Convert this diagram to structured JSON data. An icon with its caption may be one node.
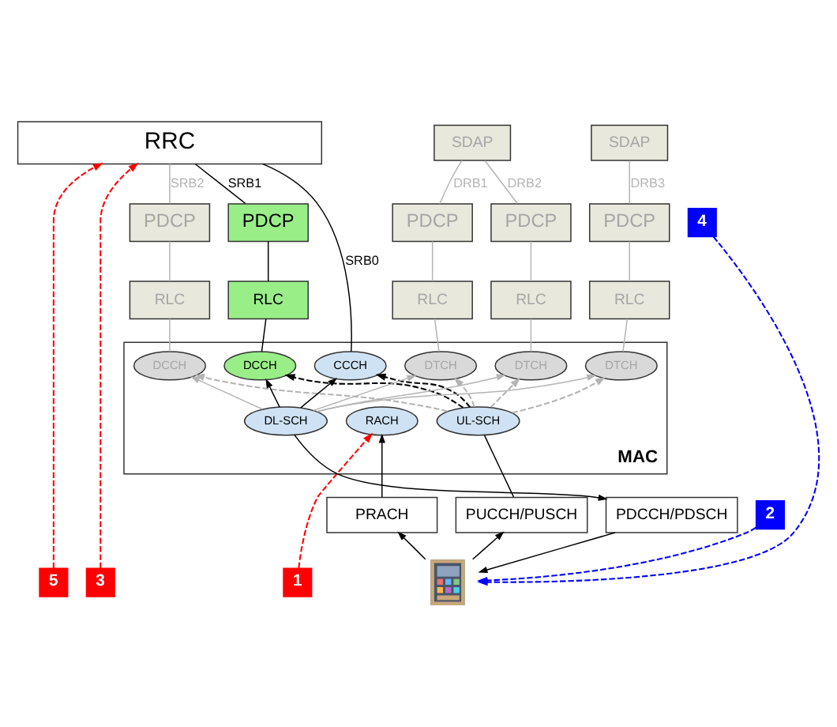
{
  "diagram": {
    "nodes": [
      {
        "text": [
          "RRC"
        ]
      },
      {
        "text": [
          "SDAP"
        ]
      },
      {
        "text": [
          "SDAP"
        ]
      },
      {
        "text": [
          "4"
        ]
      },
      {
        "text": [
          "PDCP"
        ]
      },
      {
        "text": [
          "PDCP"
        ]
      },
      {
        "text": [
          "PDCP"
        ]
      },
      {
        "text": [
          "PDCP"
        ]
      },
      {
        "text": [
          "PDCP"
        ]
      },
      {
        "text": [
          "RLC"
        ]
      },
      {
        "text": [
          "RLC"
        ]
      },
      {
        "text": [
          "RLC"
        ]
      },
      {
        "text": [
          "RLC"
        ]
      },
      {
        "text": [
          "RLC"
        ]
      },
      {
        "text": [
          "MAC"
        ]
      },
      {
        "text": [
          "CCCH"
        ],
        "in": 14
      },
      {
        "text": [
          "DCCH"
        ],
        "in": 14
      },
      {
        "text": [
          "DCCH"
        ],
        "in": 14
      },
      {
        "text": [
          "DTCH"
        ],
        "in": 14
      },
      {
        "text": [
          "DTCH"
        ],
        "in": 14
      },
      {
        "text": [
          "DTCH"
        ],
        "in": 14
      },
      {
        "text": [
          "RACH"
        ],
        "in": 14
      },
      {
        "text": [
          "DL-SCH"
        ],
        "in": 14
      },
      {
        "text": [
          "UL-SCH"
        ],
        "in": 14
      },
      {
        "text": [
          "2"
        ]
      },
      {
        "text": [
          "PRACH"
        ]
      },
      {
        "text": [
          "PDCCH/PDSCH"
        ]
      },
      {
        "text": [
          "PUCCH/PUSCH"
        ]
      },
      {
        "text": [],
        "shape": "picture"
      },
      {
        "text": [
          "3"
        ]
      },
      {
        "text": [
          "1"
        ]
      },
      {
        "text": [
          "5"
        ]
      }
    ],
    "edges": [
      {
        "from": 15,
        "to": 0,
        "arrow": "none",
        "label": "SRB0",
        "color": "#000000"
      },
      {
        "from": 4,
        "to": 0,
        "arrow": "none",
        "label": "SRB1",
        "color": "#000000"
      },
      {
        "from": 9,
        "to": 4,
        "arrow": "none",
        "color": "#000000"
      },
      {
        "from": 16,
        "to": 9,
        "arrow": "none",
        "color": "#000000"
      },
      {
        "from": 5,
        "to": 0,
        "arrow": "none",
        "label": "SRB2"
      },
      {
        "from": 10,
        "to": 5,
        "arrow": "none"
      },
      {
        "from": 17,
        "to": 10,
        "arrow": "none"
      },
      {
        "from": 6,
        "to": 1,
        "arrow": "none",
        "label": "DRB1"
      },
      {
        "from": 7,
        "to": 1,
        "arrow": "none",
        "label": "DRB2"
      },
      {
        "from": 8,
        "to": 2,
        "arrow": "none",
        "label": "DRB3"
      },
      {
        "from": 11,
        "to": 6,
        "arrow": "none"
      },
      {
        "from": 12,
        "to": 7,
        "arrow": "none"
      },
      {
        "from": 13,
        "to": 8,
        "arrow": "none"
      },
      {
        "from": 18,
        "to": 11,
        "arrow": "none"
      },
      {
        "from": 19,
        "to": 12,
        "arrow": "none"
      },
      {
        "from": 20,
        "to": 13,
        "arrow": "none"
      },
      {
        "from": 22,
        "to": 15,
        "arrow": "to",
        "color": "#000000"
      },
      {
        "from": 22,
        "to": 16,
        "arrow": "to",
        "color": "#000000"
      },
      {
        "from": 22,
        "to": 17,
        "arrow": "to"
      },
      {
        "from": 22,
        "to": 18,
        "arrow": "to"
      },
      {
        "from": 22,
        "to": 19,
        "arrow": "to"
      },
      {
        "from": 22,
        "to": 20,
        "arrow": "to"
      },
      {
        "from": 23,
        "to": 15,
        "arrow": "to",
        "style": "dashed",
        "color": "#000000"
      },
      {
        "from": 23,
        "to": 16,
        "arrow": "to",
        "style": "dashed",
        "color": "#000000"
      },
      {
        "from": 23,
        "to": 17,
        "arrow": "to",
        "style": "dashed"
      },
      {
        "from": 23,
        "to": 18,
        "arrow": "to",
        "style": "dashed"
      },
      {
        "from": 23,
        "to": 19,
        "arrow": "to",
        "style": "dashed"
      },
      {
        "from": 23,
        "to": 20,
        "arrow": "to",
        "style": "dashed"
      },
      {
        "from": 25,
        "to": 21,
        "arrow": "to",
        "color": "#000000"
      },
      {
        "from": 22,
        "to": 26,
        "arrow": "to",
        "color": "#000000"
      },
      {
        "from": 27,
        "to": 23,
        "arrow": "none",
        "color": "#000000"
      },
      {
        "from": 28,
        "to": 25,
        "arrow": "to",
        "color": "#000000"
      },
      {
        "from": 26,
        "to": 28,
        "arrow": "to",
        "color": "#000000"
      },
      {
        "from": 28,
        "to": 27,
        "arrow": "to",
        "color": "#000000"
      },
      {
        "from": 30,
        "to": 21,
        "arrow": "to",
        "style": "dashed",
        "color": "#ff0000"
      },
      {
        "from": 24,
        "to": 28,
        "arrow": "to",
        "style": "dashed",
        "color": "#0000ff"
      },
      {
        "from": 29,
        "to": 0,
        "arrow": "to",
        "style": "dashed",
        "color": "#ff0000"
      },
      {
        "from": 3,
        "to": 28,
        "arrow": "to",
        "style": "dashed",
        "color": "#0000ff"
      },
      {
        "from": 31,
        "to": 0,
        "arrow": "to",
        "style": "dashed",
        "color": "#ff0000"
      }
    ]
  }
}
